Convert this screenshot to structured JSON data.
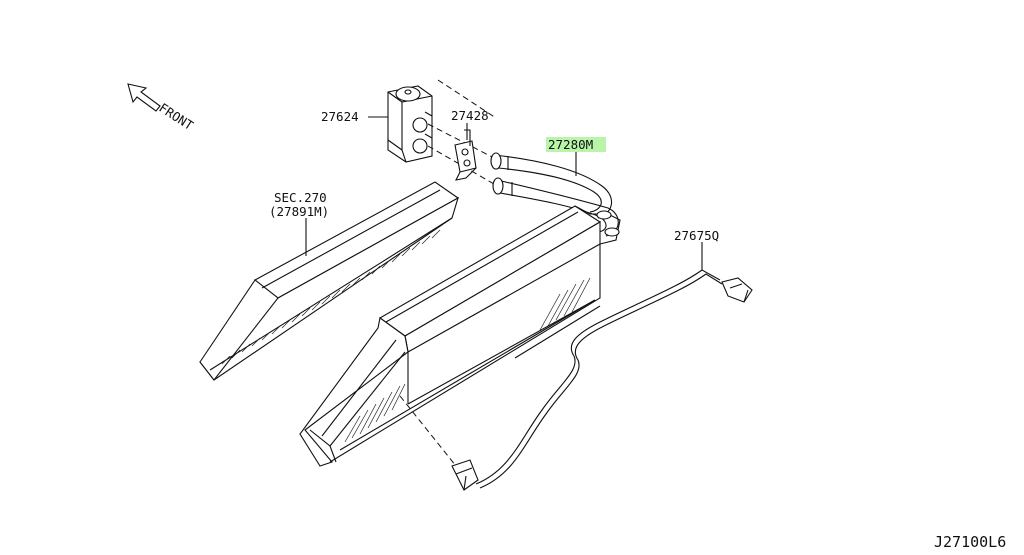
{
  "labels": {
    "front": "FRONT",
    "expansion_valve": "27624",
    "bracket": "27428",
    "hose": "27280M",
    "sec_ref": "SEC.270",
    "sec_ref_part": "(27891M)",
    "sensor": "27675Q",
    "diagram_id": "J27100L6"
  },
  "colors": {
    "highlight": "#b8f5a8",
    "ink": "#111111",
    "background": "#ffffff"
  }
}
